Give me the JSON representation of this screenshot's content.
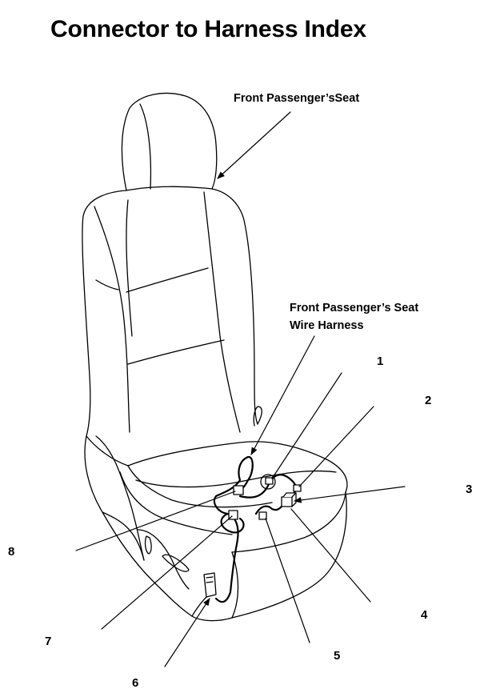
{
  "title": "Connector to Harness Index",
  "labels": {
    "seat": "Front Passenger’sSeat",
    "harness_line1": "Front Passenger’s Seat",
    "harness_line2": "Wire Harness"
  },
  "callouts": [
    "1",
    "2",
    "3",
    "4",
    "5",
    "6",
    "7",
    "8"
  ]
}
